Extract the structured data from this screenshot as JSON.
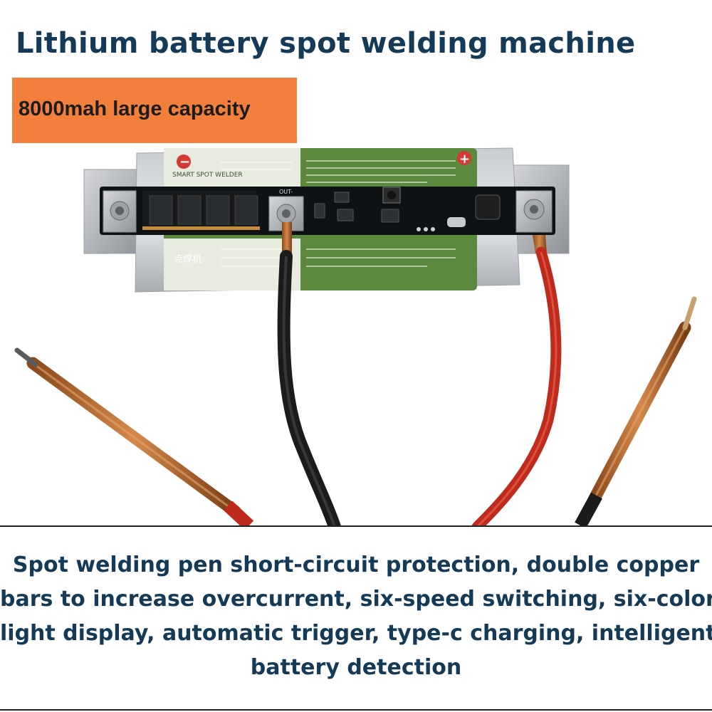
{
  "header": {
    "title": "Lithium battery spot welding machine",
    "badge": "8000mah large capacity",
    "badge_color": "#f27f3b",
    "title_color": "#153a57"
  },
  "product": {
    "board_label_en": "SMART SPOT WELDER",
    "board_label_cn": "点焊机",
    "negative_symbol": "−",
    "positive_symbol": "+",
    "out_label": "OUT-"
  },
  "description": {
    "lines": [
      "Spot welding pen short-circuit protection, double copper",
      "bars to increase overcurrent, six-speed switching, six-color",
      "light display, automatic trigger, type-c charging, intelligent",
      "battery detection"
    ]
  }
}
